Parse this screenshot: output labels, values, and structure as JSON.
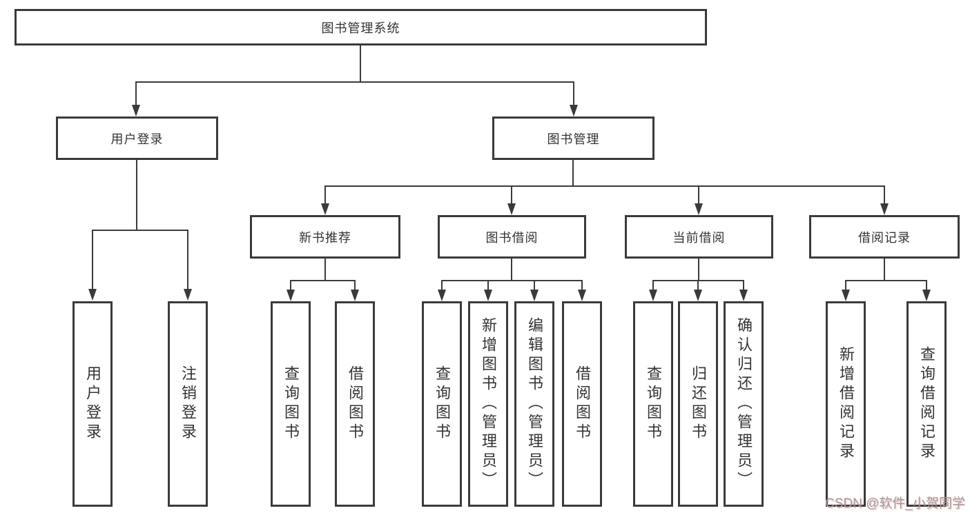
{
  "diagram_type": "hierarchy-tree",
  "colors": {
    "line": "#3a3a3a",
    "text": "#333333",
    "background": "#ffffff",
    "watermark": "#9b9b9b"
  },
  "tree": {
    "root": {
      "label": "图书管理系统",
      "children": [
        {
          "label": "用户登录",
          "children": [
            {
              "label": "用户登录"
            },
            {
              "label": "注销登录"
            }
          ]
        },
        {
          "label": "图书管理",
          "children": [
            {
              "label": "新书推荐",
              "children": [
                {
                  "label": "查询图书"
                },
                {
                  "label": "借阅图书"
                }
              ]
            },
            {
              "label": "图书借阅",
              "children": [
                {
                  "label": "查询图书"
                },
                {
                  "label": "新增图书（管理员）"
                },
                {
                  "label": "编辑图书（管理员）"
                },
                {
                  "label": "借阅图书"
                }
              ]
            },
            {
              "label": "当前借阅",
              "children": [
                {
                  "label": "查询图书"
                },
                {
                  "label": "归还图书"
                },
                {
                  "label": "确认归还（管理员）"
                }
              ]
            },
            {
              "label": "借阅记录",
              "children": [
                {
                  "label": "新增借阅记录"
                },
                {
                  "label": "查询借阅记录"
                }
              ]
            }
          ]
        }
      ]
    }
  },
  "watermark": {
    "text": "CSDN @软件_小贺同学"
  }
}
